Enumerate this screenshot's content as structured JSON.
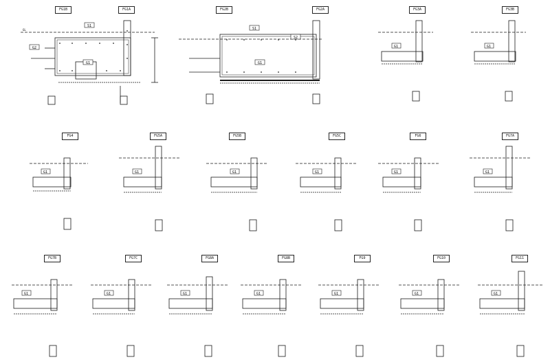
{
  "sheet": {
    "row1": [
      "FG1B",
      "FG1A",
      "FG2B",
      "FG2A",
      "FG3A",
      "FG3B"
    ],
    "row2": [
      "FG4",
      "FG5A",
      "FG5B",
      "FG5C",
      "FG6",
      "FG7A"
    ],
    "row3": [
      "FG7B",
      "FG7C",
      "FG8A",
      "FG8B",
      "FG9",
      "FG10",
      "FG11"
    ]
  },
  "labels": {
    "g1": "G1",
    "g2": "G2",
    "s1": "S1",
    "s2": "S2",
    "gl": "GL"
  },
  "colors": {
    "line": "#1a1a1a",
    "hatch": "#555555"
  }
}
